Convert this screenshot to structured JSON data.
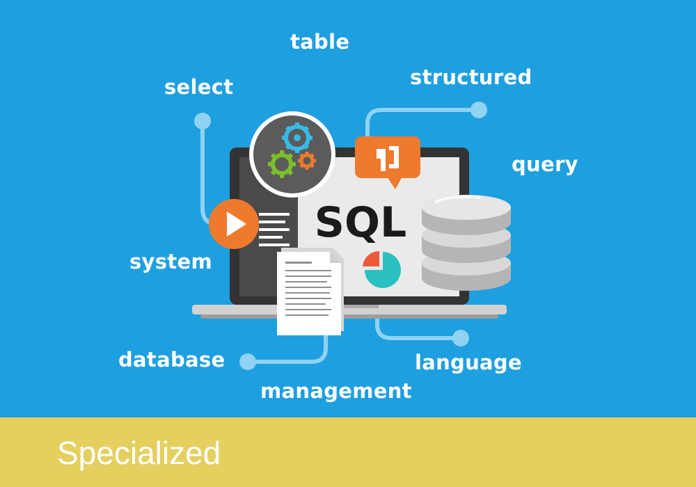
{
  "keywords": {
    "table": "table",
    "select": "select",
    "structured": "structured",
    "query": "query",
    "system": "system",
    "database": "database",
    "management": "management",
    "language": "language"
  },
  "screen": {
    "title": "SQL"
  },
  "footer": {
    "label": "Specialized"
  },
  "colors": {
    "background": "#1e9fdf",
    "footer": "#e5cf5f",
    "accent_orange": "#ee7a2e",
    "accent_teal": "#2bc1c1",
    "accent_green": "#7cbf2c"
  }
}
